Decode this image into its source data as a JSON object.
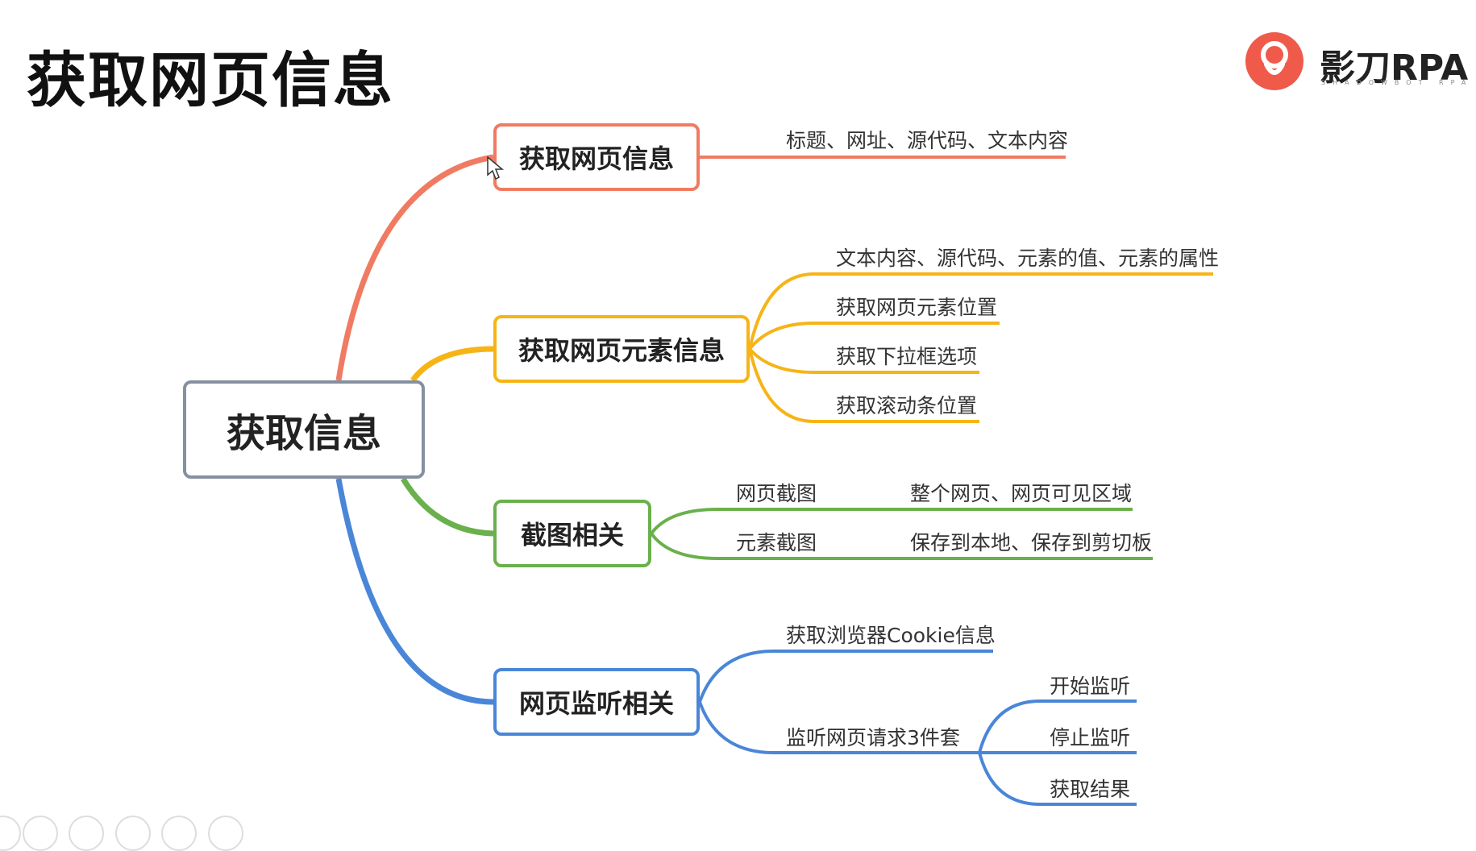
{
  "title": "获取网页信息",
  "logo": {
    "text": "影刀RPA",
    "subtitle": "SHADOWBOT RPA"
  },
  "mindmap": {
    "root": "获取信息",
    "branches": [
      {
        "label": "获取网页信息",
        "color": "#f07b62",
        "leaves": [
          "标题、网址、源代码、文本内容"
        ]
      },
      {
        "label": "获取网页元素信息",
        "color": "#f6b416",
        "leaves": [
          "文本内容、源代码、元素的值、元素的属性",
          "获取网页元素位置",
          "获取下拉框选项",
          "获取滚动条位置"
        ]
      },
      {
        "label": "截图相关",
        "color": "#6ab04c",
        "leaves": [
          {
            "label": "网页截图",
            "detail": "整个网页、网页可见区域"
          },
          {
            "label": "元素截图",
            "detail": "保存到本地、保存到剪切板"
          }
        ]
      },
      {
        "label": "网页监听相关",
        "color": "#4a86d8",
        "leaves": [
          {
            "label": "获取浏览器Cookie信息"
          },
          {
            "label": "监听网页请求3件套",
            "children": [
              "开始监听",
              "停止监听",
              "获取结果"
            ]
          }
        ]
      }
    ]
  }
}
